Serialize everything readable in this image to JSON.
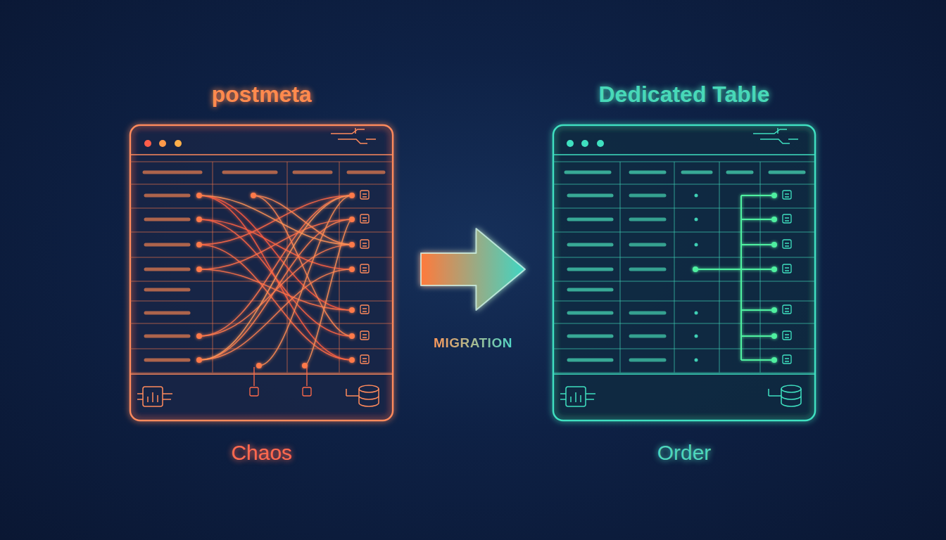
{
  "diagram": {
    "nodes": [
      {
        "text": [
          "postmeta",
          "Chaos"
        ]
      },
      {
        "text": [
          "Dedicated Table",
          "Order"
        ]
      }
    ],
    "edges": [
      {
        "from": 0,
        "to": 1,
        "arrow": "to",
        "label": "MIGRATION"
      }
    ]
  }
}
